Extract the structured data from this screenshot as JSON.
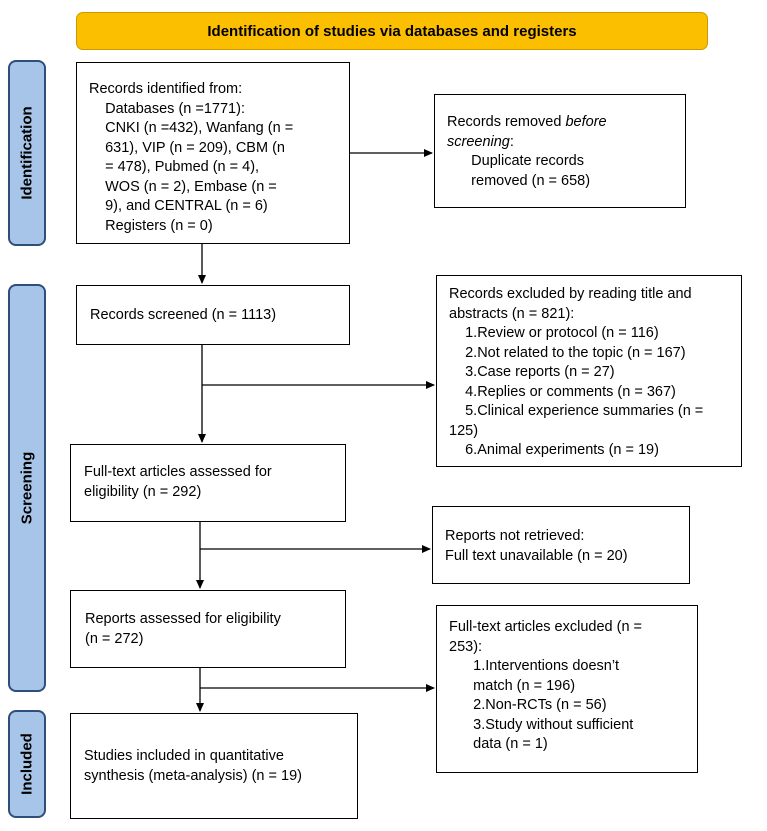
{
  "header": {
    "title": "Identification of studies via databases and registers"
  },
  "stages": {
    "identification": "Identification",
    "screening": "Screening",
    "included": "Included"
  },
  "boxes": {
    "records_identified": {
      "lines": [
        "Records identified from:",
        "    Databases (n =1771):",
        "    CNKI (n =432), Wanfang (n =",
        "    631), VIP (n = 209), CBM (n",
        "    = 478), Pubmed (n = 4),",
        "    WOS (n = 2), Embase (n =",
        "    9), and CENTRAL (n = 6)",
        "    Registers (n = 0)"
      ]
    },
    "records_removed": {
      "line1_prefix": "Records removed ",
      "line1_italic": "before",
      "line2_italic": "screening",
      "line2_suffix": ":",
      "lines": [
        "      Duplicate records",
        "      removed (n = 658)"
      ]
    },
    "records_screened": {
      "lines": [
        "Records screened (n = 1113)"
      ]
    },
    "records_excluded": {
      "lines": [
        "Records excluded by reading title and",
        "abstracts (n = 821):",
        "    1.Review or protocol (n = 116)",
        "    2.Not related to the topic (n = 167)",
        "    3.Case reports (n = 27)",
        "    4.Replies or comments (n = 367)",
        "    5.Clinical experience summaries (n =",
        "125)",
        "    6.Animal experiments (n = 19)"
      ]
    },
    "fulltext_assessed": {
      "lines": [
        "Full-text articles assessed for",
        "eligibility (n = 292)"
      ]
    },
    "not_retrieved": {
      "lines": [
        "Reports not retrieved:",
        "Full text unavailable (n = 20)"
      ]
    },
    "reports_assessed": {
      "lines": [
        "Reports assessed for eligibility",
        "(n = 272)"
      ]
    },
    "fulltext_excluded": {
      "lines": [
        "Full-text articles excluded (n =",
        "253):",
        "      1.Interventions doesn’t",
        "      match (n = 196)",
        "      2.Non-RCTs (n = 56)",
        "      3.Study without sufficient",
        "      data (n = 1)"
      ]
    },
    "studies_included": {
      "lines": [
        "Studies included in quantitative",
        "synthesis (meta-analysis) (n = 19)"
      ]
    }
  }
}
